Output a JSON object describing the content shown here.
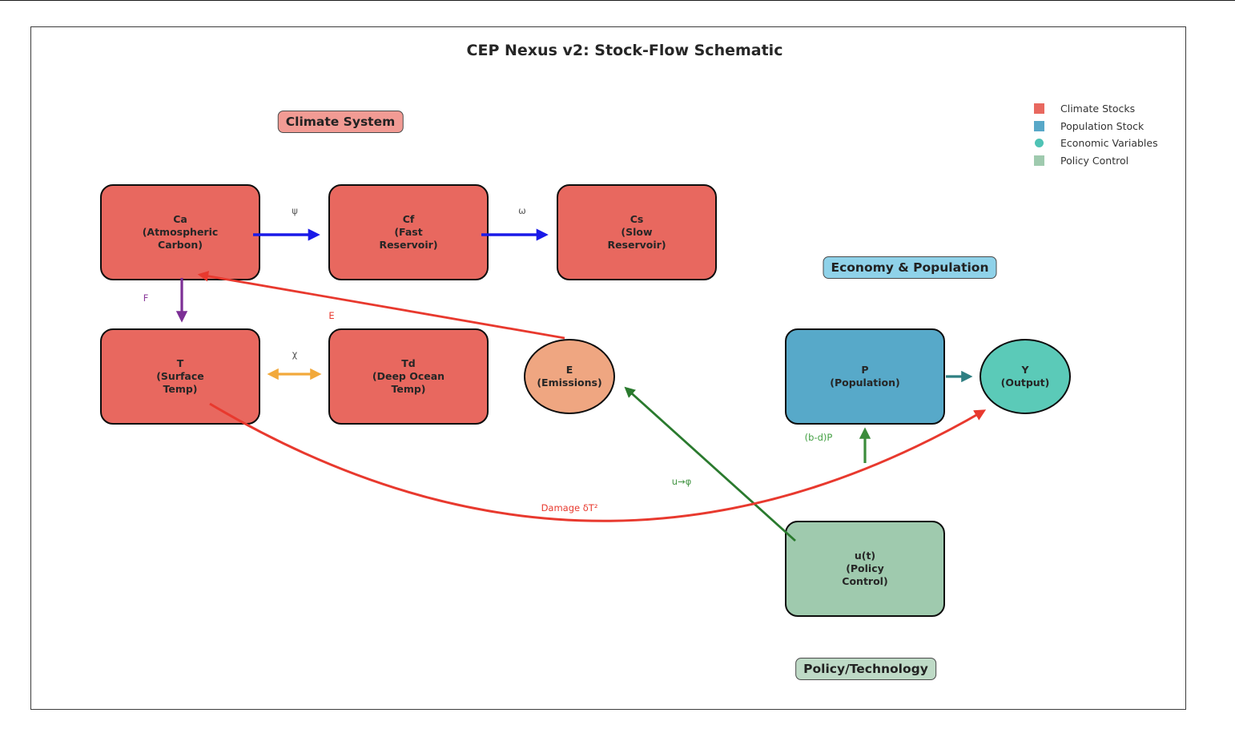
{
  "title": "CEP Nexus v2: Stock-Flow Schematic",
  "legend": {
    "items": [
      {
        "label": "Climate Stocks",
        "color": "#e8685f",
        "shape": "square"
      },
      {
        "label": "Population Stock",
        "color": "#58a8c8",
        "shape": "square"
      },
      {
        "label": "Economic Variables",
        "color": "#4fc3b5",
        "shape": "circle"
      },
      {
        "label": "Policy Control",
        "color": "#9fcaae",
        "shape": "square"
      }
    ]
  },
  "badges": {
    "climate": "Climate System",
    "economy": "Economy & Population",
    "policy": "Policy/Technology"
  },
  "nodes": {
    "ca": {
      "label": "Ca\n(Atmospheric\nCarbon)",
      "type": "climate-stock"
    },
    "cf": {
      "label": "Cf\n(Fast\nReservoir)",
      "type": "climate-stock"
    },
    "cs": {
      "label": "Cs\n(Slow\nReservoir)",
      "type": "climate-stock"
    },
    "t": {
      "label": "T\n(Surface\nTemp)",
      "type": "climate-stock"
    },
    "td": {
      "label": "Td\n(Deep Ocean\nTemp)",
      "type": "climate-stock"
    },
    "e": {
      "label": "E\n(Emissions)",
      "type": "economic-variable"
    },
    "p": {
      "label": "P\n(Population)",
      "type": "population-stock"
    },
    "y": {
      "label": "Y\n(Output)",
      "type": "economic-variable"
    },
    "u": {
      "label": "u(t)\n(Policy\nControl)",
      "type": "policy-control"
    }
  },
  "edge_labels": {
    "psi": "ψ",
    "omega": "ω",
    "f": "F",
    "chi": "χ",
    "e": "E",
    "u_phi": "u→φ",
    "bdp": "(b-d)P",
    "damage": "Damage δT²"
  },
  "edges": [
    {
      "from": "Ca",
      "to": "Cf",
      "label": "ψ",
      "color": "#1a1ae8"
    },
    {
      "from": "Cf",
      "to": "Cs",
      "label": "ω",
      "color": "#1a1ae8"
    },
    {
      "from": "Ca",
      "to": "T",
      "label": "F",
      "color": "#7c2f95"
    },
    {
      "from": "Td",
      "to": "T",
      "label": "χ",
      "color": "#f2a93b",
      "bidirectional": true
    },
    {
      "from": "E",
      "to": "Ca",
      "label": "E",
      "color": "#e8392e"
    },
    {
      "from": "u(t)",
      "to": "E",
      "label": "u→φ",
      "color": "#2a7a2e"
    },
    {
      "from": "P",
      "to": "Y",
      "label": "",
      "color": "#2f7f82"
    },
    {
      "from": "P",
      "to": "P",
      "label": "(b-d)P",
      "color": "#3b8c3b"
    },
    {
      "from": "T",
      "to": "Y",
      "label": "Damage δT²",
      "color": "#e8392e"
    }
  ],
  "colors": {
    "climate_stock": "#e8685f",
    "population_stock": "#57a9c9",
    "emissions_node": "#efa681",
    "output_node": "#5bcab8",
    "policy_node": "#9fcaae",
    "badge_climate": "#f29b94",
    "badge_economy": "#8fd2e9",
    "badge_policy": "#bedac6",
    "arrow_blue": "#1a1ae8",
    "arrow_purple": "#7c2f95",
    "arrow_orange": "#f2a93b",
    "arrow_red": "#e8392e",
    "arrow_dark_green": "#2a7a2e",
    "arrow_green": "#3b8c3b",
    "arrow_teal": "#2f7f82"
  }
}
